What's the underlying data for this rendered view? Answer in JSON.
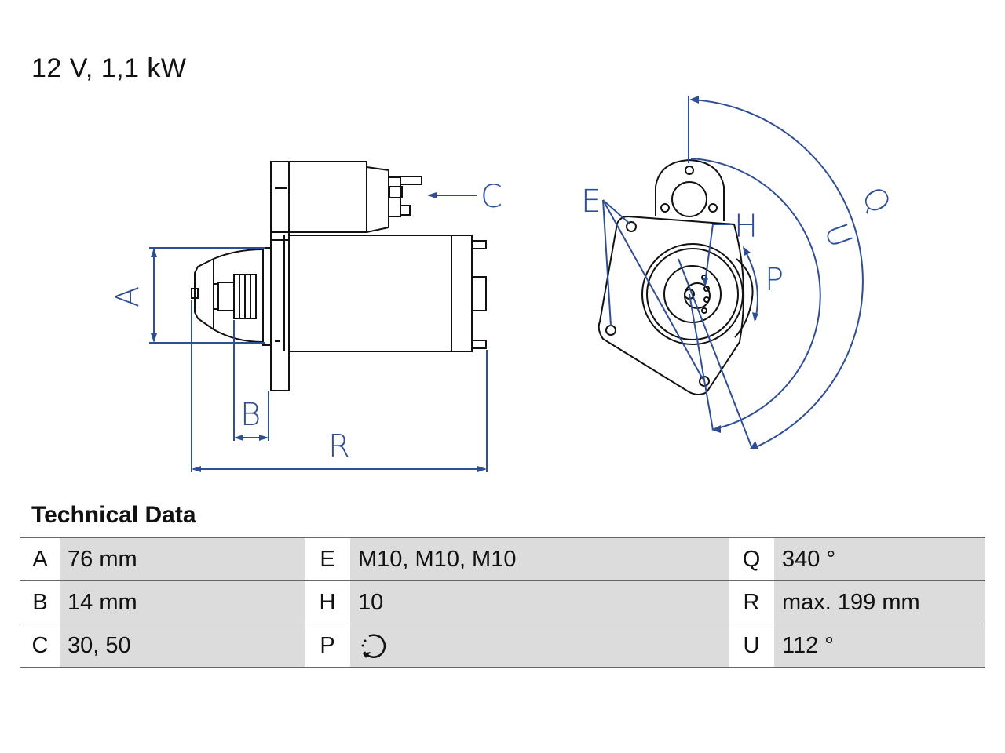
{
  "title": "12 V, 1,1 kW",
  "section_title": "Technical Data",
  "diagram_labels": {
    "A": "A",
    "B": "B",
    "C": "C",
    "R": "R",
    "E": "E",
    "H": "H",
    "P": "P",
    "Q": "Q",
    "U": "U"
  },
  "spec_rows": [
    [
      {
        "key": "A",
        "value": "76 mm"
      },
      {
        "key": "E",
        "value": "M10, M10, M10"
      },
      {
        "key": "Q",
        "value": "340 °"
      }
    ],
    [
      {
        "key": "B",
        "value": "14 mm"
      },
      {
        "key": "H",
        "value": "10"
      },
      {
        "key": "R",
        "value": "max. 199 mm"
      }
    ],
    [
      {
        "key": "C",
        "value": "30, 50"
      },
      {
        "key": "P",
        "value": ""
      },
      {
        "key": "U",
        "value": "112 °"
      }
    ]
  ],
  "colors": {
    "dimension": "#2f4f94",
    "outline": "#111111",
    "row_fill": "#dcdcdc"
  }
}
